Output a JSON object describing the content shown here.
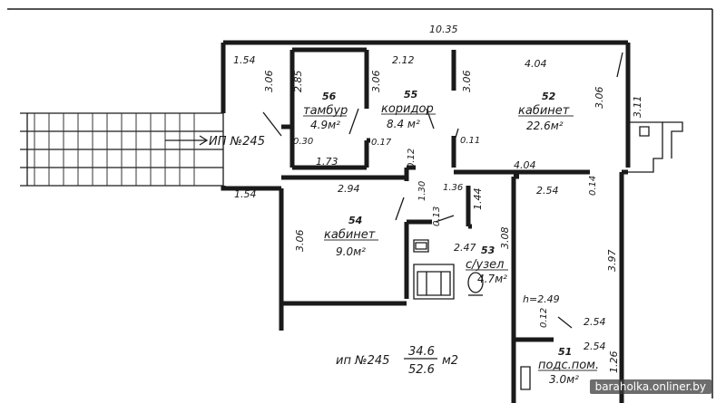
{
  "dimensions": {
    "total_width": "10.35",
    "d_1_54_top": "1.54",
    "d_3_06_a": "3.06",
    "d_2_85": "2.85",
    "d_3_06_b": "3.06",
    "d_2_12": "2.12",
    "d_3_06_c": "3.06",
    "d_4_04_top": "4.04",
    "d_3_06_d": "3.06",
    "d_3_11": "3.11",
    "d_0_30": "0.30",
    "d_0_17": "0.17",
    "d_0_11": "0.11",
    "d_1_73": "1.73",
    "d_0_12_a": "0.12",
    "d_4_04_mid": "4.04",
    "d_1_54_left": "1.54",
    "d_2_94": "2.94",
    "d_1_30": "1.30",
    "d_1_36": "1.36",
    "d_1_44": "1.44",
    "d_2_54_a": "2.54",
    "d_0_14": "0.14",
    "d_3_06_e": "3.06",
    "d_0_13": "0.13",
    "d_2_47": "2.47",
    "d_3_08": "3.08",
    "d_3_97": "3.97",
    "d_h": "h=2.49",
    "d_0_12_b": "0.12",
    "d_2_54_b": "2.54",
    "d_2_54_c": "2.54",
    "d_1_26": "1.26"
  },
  "rooms": {
    "r56": {
      "number": "56",
      "name": "тамбур",
      "area": "4.9м²"
    },
    "r55": {
      "number": "55",
      "name": "коридор",
      "area": "8.4 м²"
    },
    "r52": {
      "number": "52",
      "name": "кабинет",
      "area": "22.6м²"
    },
    "r54": {
      "number": "54",
      "name": "кабинет",
      "area": "9.0м²"
    },
    "r53": {
      "number": "53",
      "name": "с/узел",
      "area": "4.7м²"
    },
    "r51": {
      "number": "51",
      "name": "подс.пом.",
      "area": "3.0м²"
    }
  },
  "ip_label": "ИП №245",
  "summary": {
    "label": "ип №245",
    "numerator": "34.6",
    "denominator": "52.6",
    "unit": "м2"
  },
  "watermark": "baraholka.onliner.by"
}
